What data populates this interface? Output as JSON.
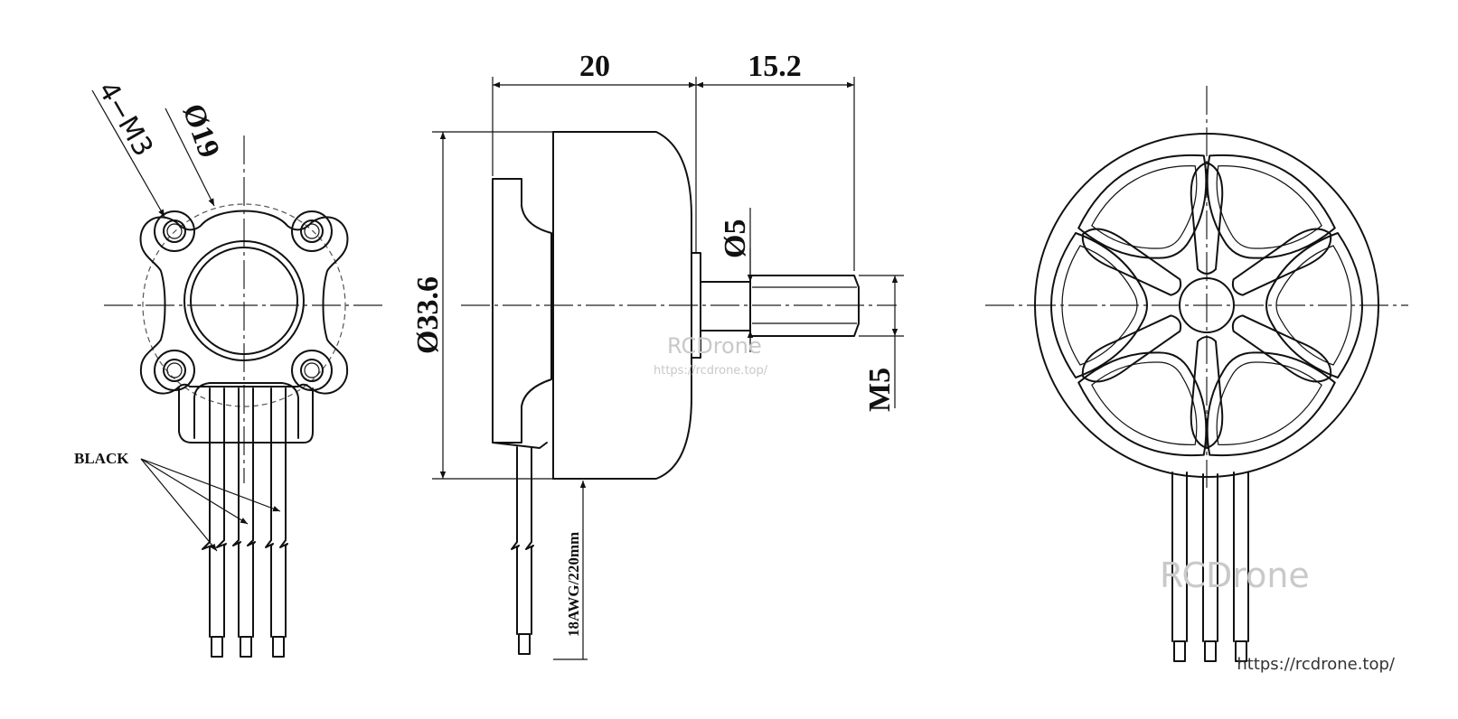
{
  "dimensions": {
    "length": "20",
    "shaft_length": "15.2",
    "diameter": "Ø33.6",
    "shaft_diameter": "Ø5",
    "thread": "M5",
    "mount_circle": "Ø19",
    "mount_holes": "4−M3",
    "wire_spec": "18AWG/220mm"
  },
  "labels": {
    "wire_color": "BLACK"
  },
  "watermark": {
    "brand": "RCDrone",
    "url_small": "https://rcdrone.top/",
    "url_corner": "https://rcdrone.top/"
  },
  "colors": {
    "line": "#111111",
    "watermark": "#c9c9c9"
  }
}
